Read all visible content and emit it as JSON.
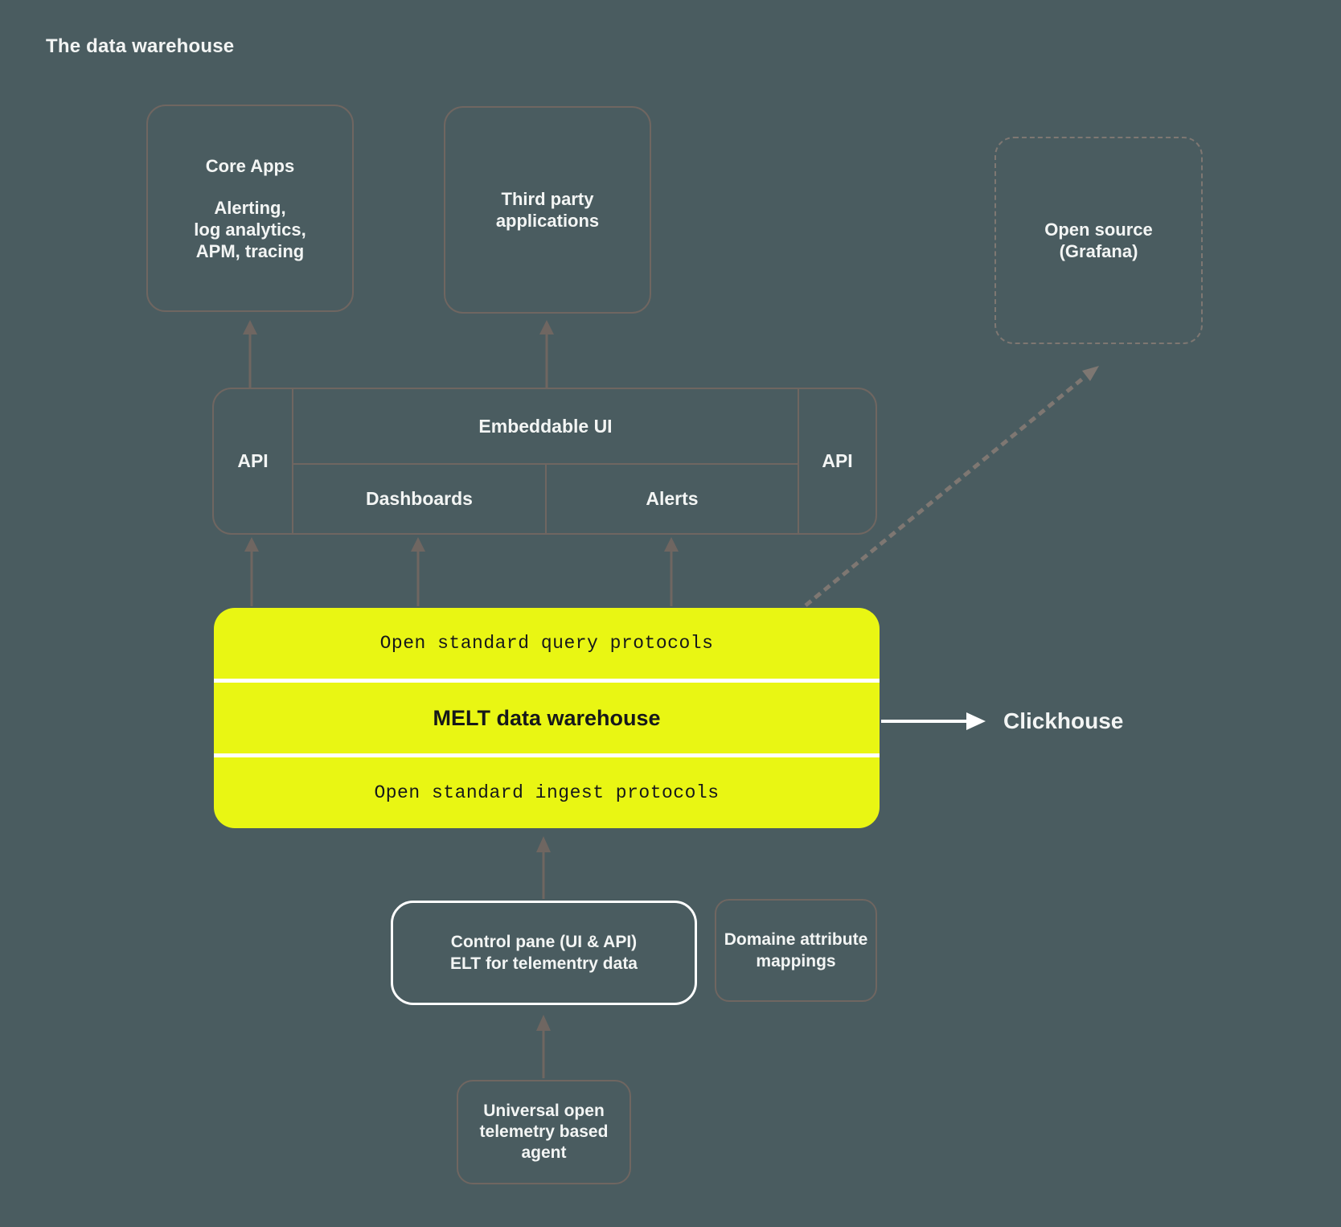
{
  "title": "The data warehouse",
  "colors": {
    "background": "#4a5c60",
    "line_gray": "#6f6661",
    "accent_yellow": "#e9f613",
    "text_white": "#f3f5f4",
    "text_black": "#16181a",
    "white": "#ffffff"
  },
  "boxes": {
    "core_apps": {
      "title": "Core Apps",
      "lines": [
        "Alerting,",
        "log analytics,",
        "APM, tracing"
      ]
    },
    "third_party": {
      "lines": [
        "Third party",
        "applications"
      ]
    },
    "open_source": {
      "lines": [
        "Open source",
        "(Grafana)"
      ]
    },
    "api_layer": {
      "api_left": "API",
      "embeddable_ui": "Embeddable UI",
      "dashboards": "Dashboards",
      "alerts": "Alerts",
      "api_right": "API"
    },
    "warehouse": {
      "query_protocols": "Open standard query protocols",
      "name": "MELT data warehouse",
      "ingest_protocols": "Open standard ingest protocols"
    },
    "clickhouse": {
      "label": "Clickhouse"
    },
    "control_pane": {
      "lines": [
        "Control pane (UI & API)",
        "ELT for telementry data"
      ]
    },
    "domain_mappings": {
      "lines": [
        "Domaine attribute",
        "mappings"
      ]
    },
    "agent": {
      "lines": [
        "Universal open",
        "telemetry based",
        "agent"
      ]
    }
  }
}
